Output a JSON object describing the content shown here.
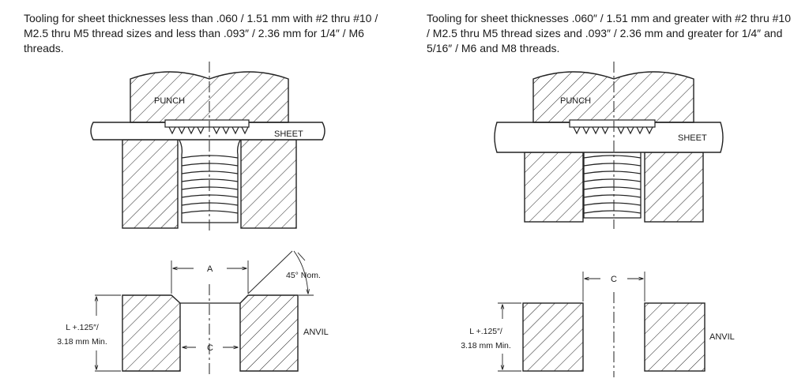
{
  "captions": {
    "left": "Tooling for sheet thicknesses less than .060 / 1.51 mm with #2 thru #10 / M2.5 thru M5 thread sizes and less than .093″ / 2.36 mm for 1/4″ / M6 threads.",
    "right": "Tooling for sheet thicknesses .060″ / 1.51 mm and greater with #2 thru #10 / M2.5 thru M5 thread sizes and .093″ / 2.36 mm and greater for 1/4″ and 5/16″ / M6 and M8 threads."
  },
  "left": {
    "punch": "PUNCH",
    "sheet": "SHEET",
    "dim_a": "A",
    "dim_c": "C",
    "angle": "45° Nom.",
    "length_line1": "L +.125″/",
    "length_line2": "3.18 mm Min.",
    "anvil": "ANVIL"
  },
  "right": {
    "punch": "PUNCH",
    "sheet": "SHEET",
    "dim_c": "C",
    "length_line1": "L +.125″/",
    "length_line2": "3.18 mm Min.",
    "anvil": "ANVIL"
  }
}
